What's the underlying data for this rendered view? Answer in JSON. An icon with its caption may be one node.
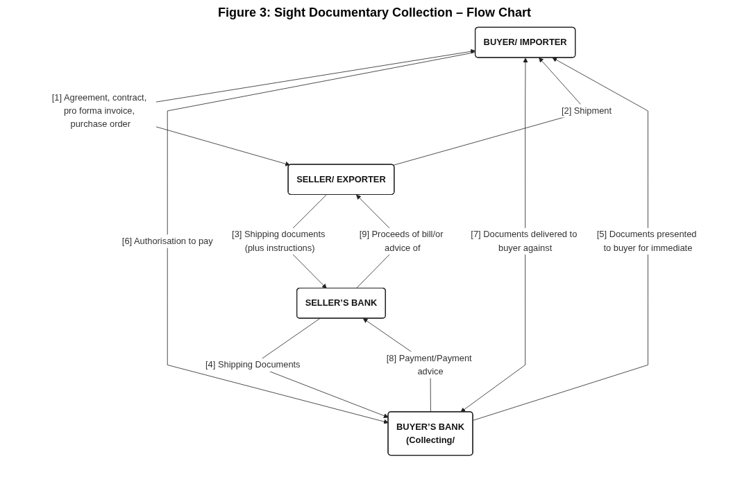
{
  "diagram": {
    "title": "Figure 3: Sight Documentary Collection – Flow Chart",
    "nodes": [
      {
        "text": [
          "BUYER/ IMPORTER"
        ]
      },
      {
        "text": [
          "SELLER/ EXPORTER"
        ]
      },
      {
        "text": [
          "BUYER’S BANK",
          "(Collecting/"
        ]
      },
      {
        "text": [
          "SELLER’S BANK"
        ]
      }
    ],
    "edges": [
      {
        "from": 0,
        "to": 1,
        "arrow": "both",
        "label": "[1] Agreement, contract, pro forma invoice, purchase order"
      },
      {
        "from": 1,
        "to": 0,
        "arrow": "to",
        "label": "[2] Shipment"
      },
      {
        "from": 1,
        "to": 3,
        "arrow": "to",
        "label": "[3] Shipping documents (plus instructions)"
      },
      {
        "from": 3,
        "to": 2,
        "arrow": "to",
        "label": "[4] Shipping Documents"
      },
      {
        "from": 2,
        "to": 0,
        "arrow": "to",
        "label": "[5] Documents presented to buyer for immediate"
      },
      {
        "from": 0,
        "to": 2,
        "arrow": "to",
        "label": "[6] Authorisation to pay"
      },
      {
        "from": 0,
        "to": 2,
        "arrow": "both",
        "label": "[7] Documents delivered to buyer against"
      },
      {
        "from": 2,
        "to": 3,
        "arrow": "to",
        "label": "[8] Payment/Payment advice"
      },
      {
        "from": 3,
        "to": 1,
        "arrow": "to",
        "label": "[9] Proceeds of bill/or advice of"
      }
    ]
  }
}
